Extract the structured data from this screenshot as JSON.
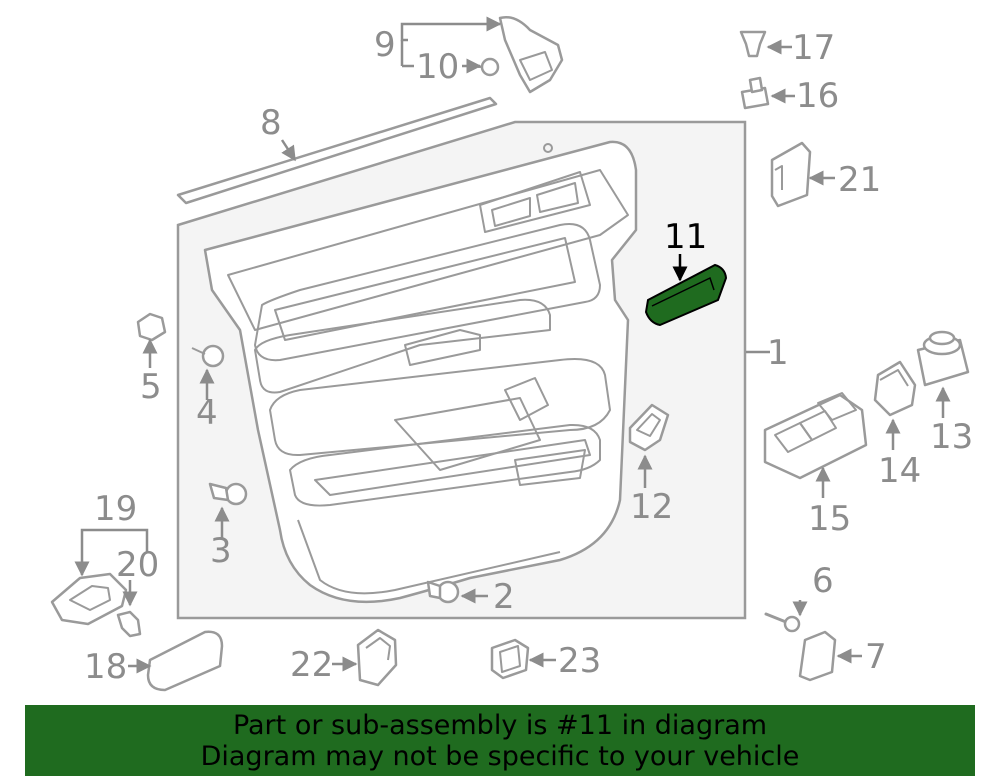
{
  "banner": {
    "line1": "Part or sub-assembly is #11 in diagram",
    "line2": "Diagram may not be specific to your vehicle",
    "color": "#1f6b1f"
  },
  "highlight": {
    "part": "11",
    "color": "#1f6b1f"
  },
  "callouts": {
    "c1": "1",
    "c2": "2",
    "c3": "3",
    "c4": "4",
    "c5": "5",
    "c6": "6",
    "c7": "7",
    "c8": "8",
    "c9": "9",
    "c10": "10",
    "c11": "11",
    "c12": "12",
    "c13": "13",
    "c14": "14",
    "c15": "15",
    "c16": "16",
    "c17": "17",
    "c18": "18",
    "c19": "19",
    "c20": "20",
    "c21": "21",
    "c22": "22",
    "c23": "23"
  }
}
